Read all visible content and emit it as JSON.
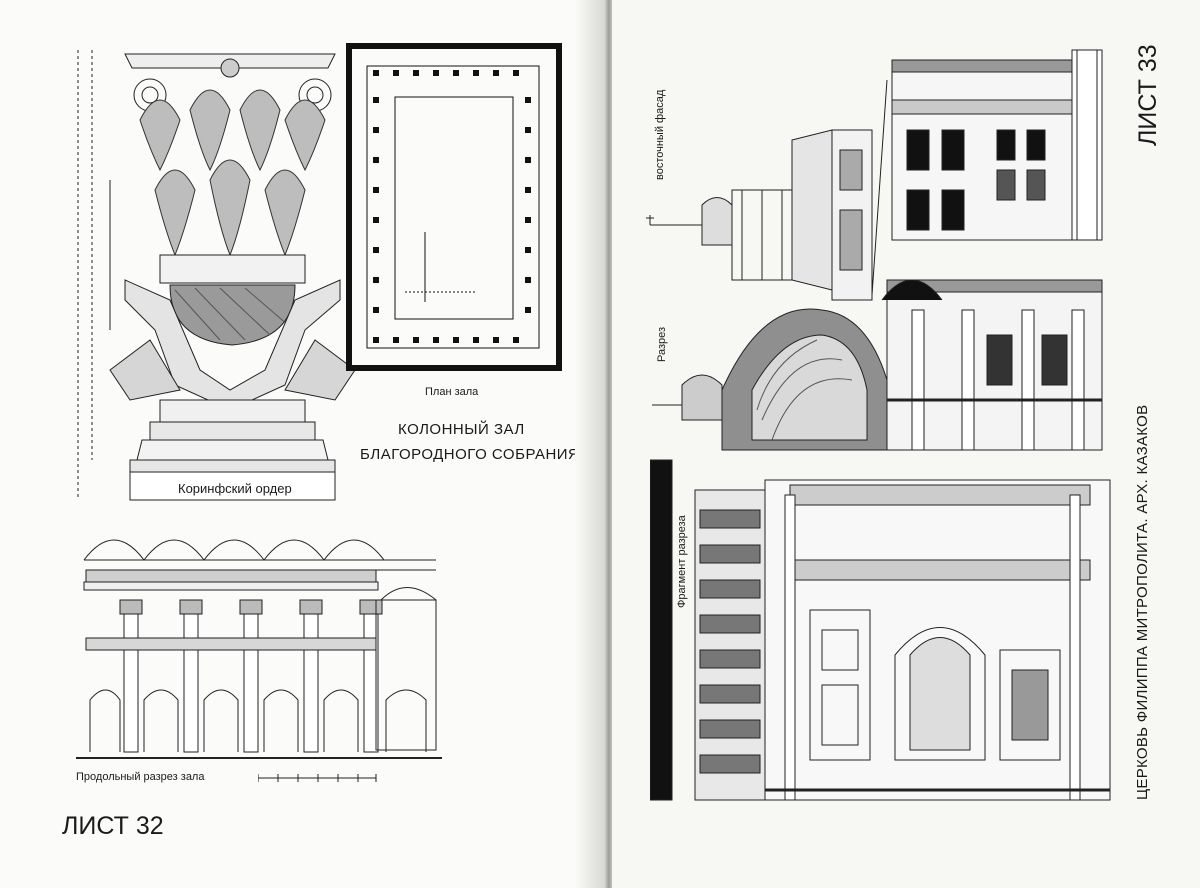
{
  "left_page": {
    "sheet_label": "ЛИСТ 32",
    "title_line1": "КОЛОННЫЙ ЗАЛ",
    "title_line2": "БЛАГОРОДНОГО СОБРАНИЯ.",
    "caption_order": "Коринфский ордер",
    "caption_plan": "План зала",
    "caption_section": "Продольный разрез зала"
  },
  "right_page": {
    "sheet_label": "ЛИСТ 33",
    "title": "ЦЕРКОВЬ ФИЛИППА МИТРОПОЛИТА. АРХ. КАЗАКОВ",
    "caption_east": "восточный фасад",
    "caption_section": "Разрез",
    "caption_fragment": "Фрагмент разреза"
  }
}
